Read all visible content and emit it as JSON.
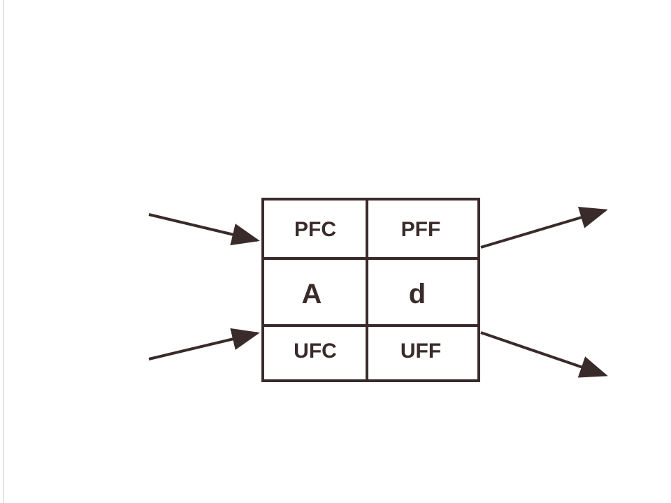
{
  "colors": {
    "ink": "#3a2b2b",
    "background": "#ffffff"
  },
  "cells": {
    "top_left": "PFC",
    "top_right": "PFF",
    "middle_left": "A",
    "middle_right": "d",
    "bottom_left": "UFC",
    "bottom_right": "UFF"
  },
  "arrows": {
    "incoming": 2,
    "outgoing": 2
  }
}
